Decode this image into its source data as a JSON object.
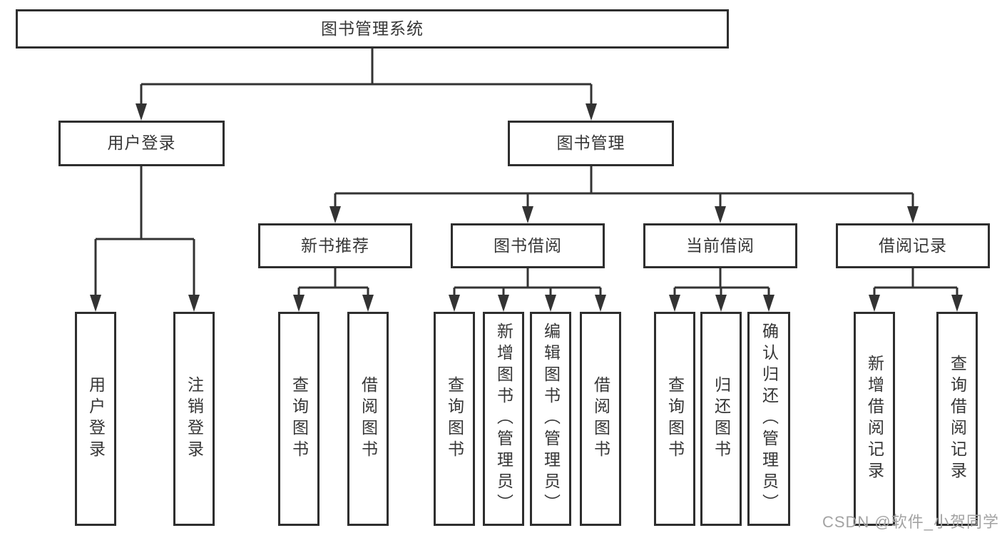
{
  "colors": {
    "line": "#333333",
    "box_border": "#2e2e2e",
    "text": "#363636",
    "watermark": "#a3a3a3",
    "background": "#ffffff"
  },
  "watermark": {
    "text": "CSDN @软件_小贺同学"
  },
  "tree": {
    "label": "图书管理系统",
    "children": [
      {
        "label": "用户登录",
        "children": [
          {
            "label": "用户登录"
          },
          {
            "label": "注销登录"
          }
        ]
      },
      {
        "label": "图书管理",
        "children": [
          {
            "label": "新书推荐",
            "children": [
              {
                "label": "查询图书"
              },
              {
                "label": "借阅图书"
              }
            ]
          },
          {
            "label": "图书借阅",
            "children": [
              {
                "label": "查询图书"
              },
              {
                "label": "新增图书（管理员）"
              },
              {
                "label": "编辑图书（管理员）"
              },
              {
                "label": "借阅图书"
              }
            ]
          },
          {
            "label": "当前借阅",
            "children": [
              {
                "label": "查询图书"
              },
              {
                "label": "归还图书"
              },
              {
                "label": "确认归还（管理员）"
              }
            ]
          },
          {
            "label": "借阅记录",
            "children": [
              {
                "label": "新增借阅记录"
              },
              {
                "label": "查询借阅记录"
              }
            ]
          }
        ]
      }
    ]
  }
}
